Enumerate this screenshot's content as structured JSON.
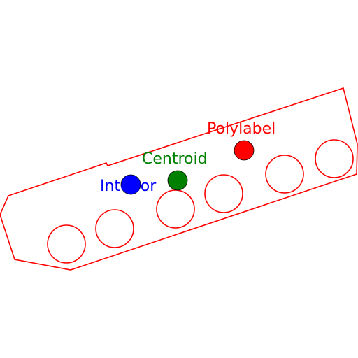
{
  "colors": {
    "outline": "#ff0000",
    "polylabel": "#ff0000",
    "centroid": "#008000",
    "interior": "#0000ff"
  },
  "labels": {
    "polylabel": "Polylabel",
    "centroid": "Centroid",
    "interior": "Interior"
  }
}
